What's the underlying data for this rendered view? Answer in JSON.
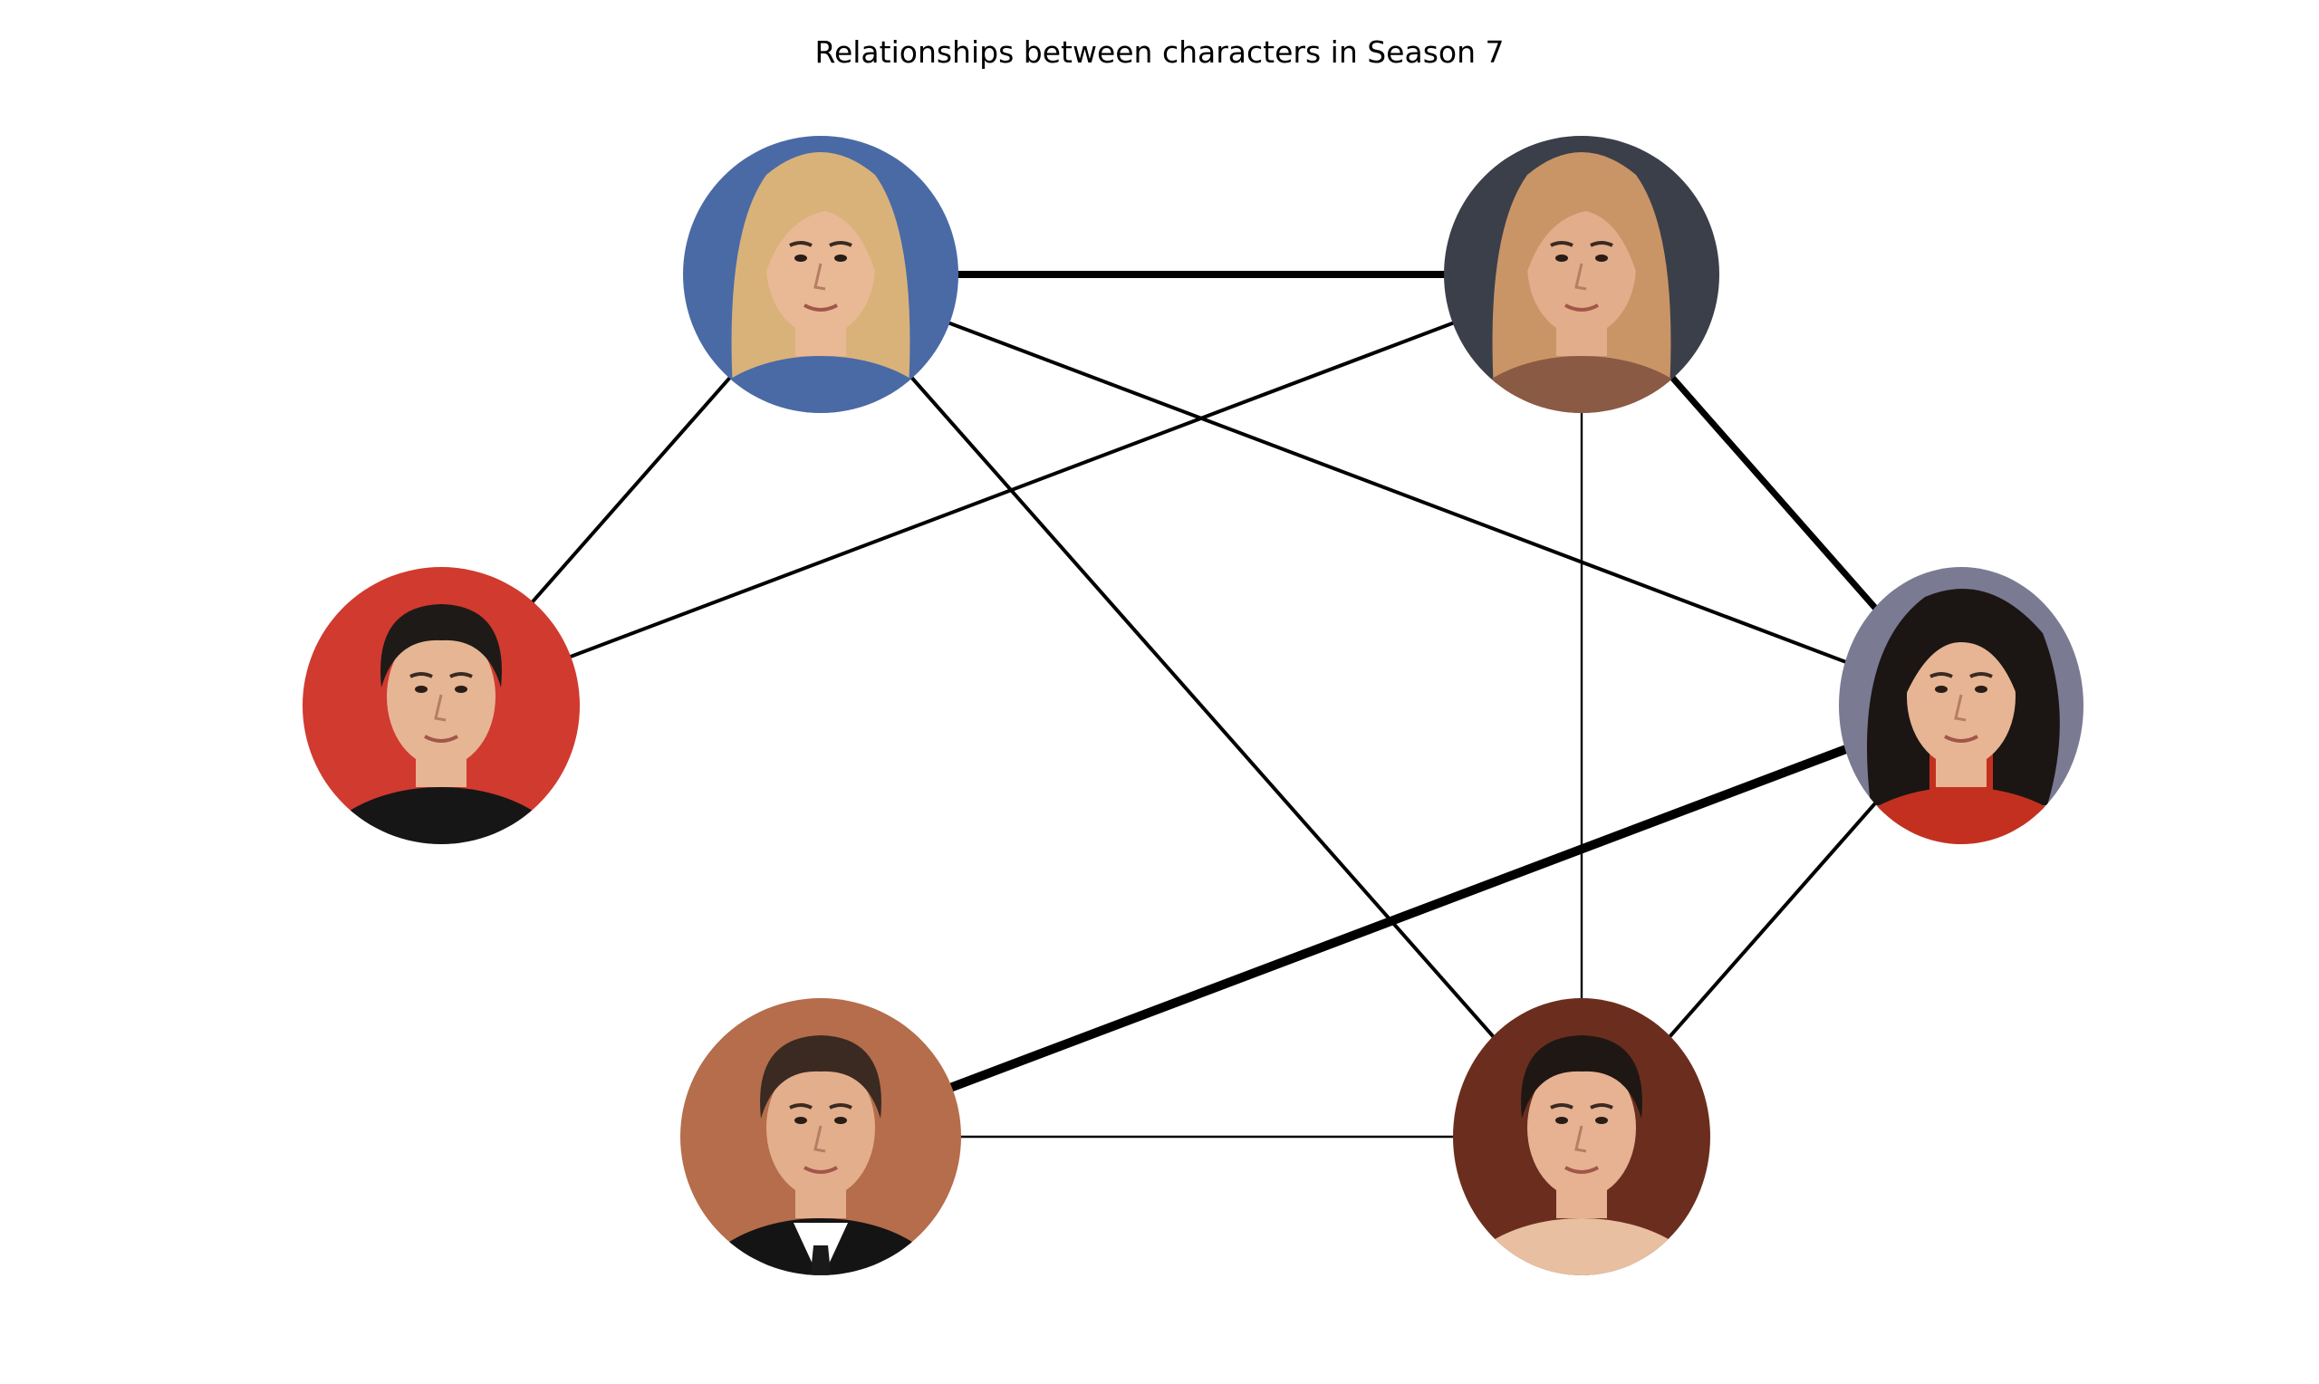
{
  "title": "Relationships between characters in Season 7",
  "colors": {
    "edge": "#000000",
    "background": "#ffffff"
  },
  "nodes": [
    {
      "id": "phoebe",
      "portrait": {
        "bg": "#4a6aa6",
        "skin": "#e9b995",
        "hair": "#d9b27a",
        "hair_style": "long-blonde",
        "clothing": "#4a6aa6"
      }
    },
    {
      "id": "rachel",
      "portrait": {
        "bg": "#3b3f4a",
        "skin": "#e2ad8b",
        "hair": "#c99566",
        "hair_style": "long-layered",
        "clothing": "#8a5a45"
      }
    },
    {
      "id": "joey",
      "portrait": {
        "bg": "#d03a2f",
        "skin": "#e6b593",
        "hair": "#1e1a18",
        "hair_style": "short-dark",
        "clothing": "#161616"
      }
    },
    {
      "id": "monica",
      "portrait": {
        "bg": "#7b7a93",
        "skin": "#e7b594",
        "hair": "#1b1614",
        "hair_style": "dark-bob",
        "clothing": "#c4301f"
      }
    },
    {
      "id": "chandler",
      "portrait": {
        "bg": "#b56d4b",
        "skin": "#e3ae8c",
        "hair": "#3a2a22",
        "hair_style": "short-spiky",
        "clothing": "#141414"
      }
    },
    {
      "id": "ross",
      "portrait": {
        "bg": "#6b2e1e",
        "skin": "#e6b292",
        "hair": "#1f1714",
        "hair_style": "short-dark",
        "clothing": "#e8bfa0"
      }
    }
  ],
  "edges": [
    {
      "source": "phoebe",
      "target": "rachel",
      "weight": 4
    },
    {
      "source": "phoebe",
      "target": "joey",
      "weight": 2
    },
    {
      "source": "phoebe",
      "target": "monica",
      "weight": 2
    },
    {
      "source": "phoebe",
      "target": "ross",
      "weight": 2
    },
    {
      "source": "rachel",
      "target": "joey",
      "weight": 2
    },
    {
      "source": "rachel",
      "target": "monica",
      "weight": 3.5
    },
    {
      "source": "rachel",
      "target": "ross",
      "weight": 1.2
    },
    {
      "source": "monica",
      "target": "chandler",
      "weight": 5
    },
    {
      "source": "monica",
      "target": "ross",
      "weight": 2
    },
    {
      "source": "chandler",
      "target": "ross",
      "weight": 1.2
    }
  ]
}
